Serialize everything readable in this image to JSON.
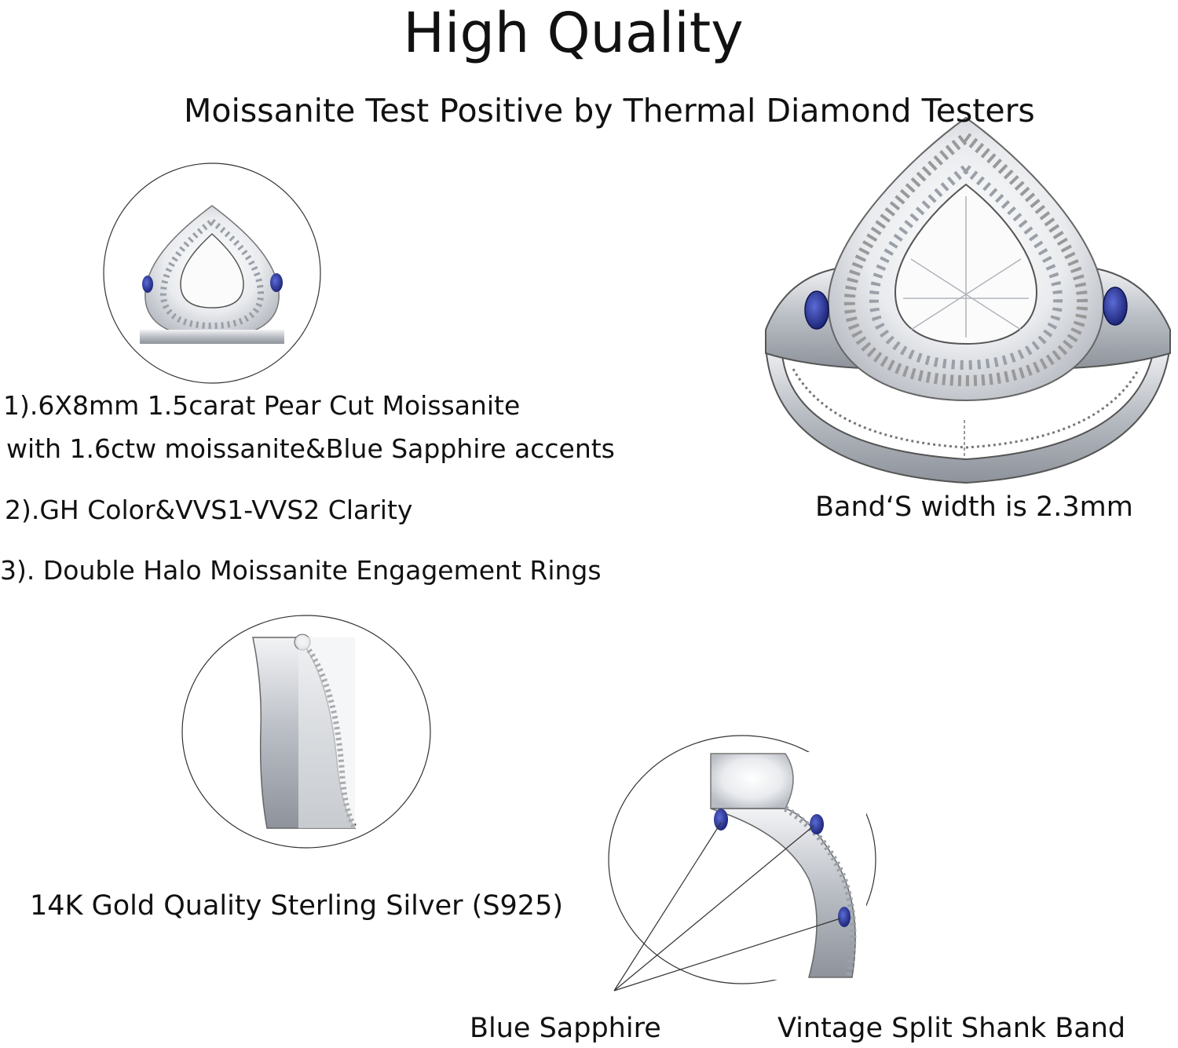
{
  "header": {
    "title": "High Quality",
    "subtitle": "Moissanite Test Positive by Thermal Diamond Testers"
  },
  "specs": {
    "line1a": "1).6X8mm 1.5carat Pear Cut Moissanite",
    "line1b": "with 1.6ctw moissanite&Blue Sapphire accents",
    "line2": "2).GH Color&VVS1-VVS2 Clarity",
    "line3": "3). Double Halo Moissanite Engagement Rings"
  },
  "captions": {
    "band_width": "Band‘S width is 2.3mm",
    "metal": "14K Gold Quality Sterling Silver (S925)",
    "blue_sapphire": "Blue Sapphire",
    "shank": "Vintage Split Shank Band"
  },
  "colors": {
    "sapphire": "#1f2a8c",
    "metal": "#c9ccd1",
    "stone": "#f4f5f7",
    "outline": "#222222"
  },
  "icons": {
    "main": "pear-halo-ring-icon",
    "detail_top": "ring-top-detail-icon",
    "detail_band": "ring-band-detail-icon",
    "detail_side": "ring-side-detail-icon"
  }
}
